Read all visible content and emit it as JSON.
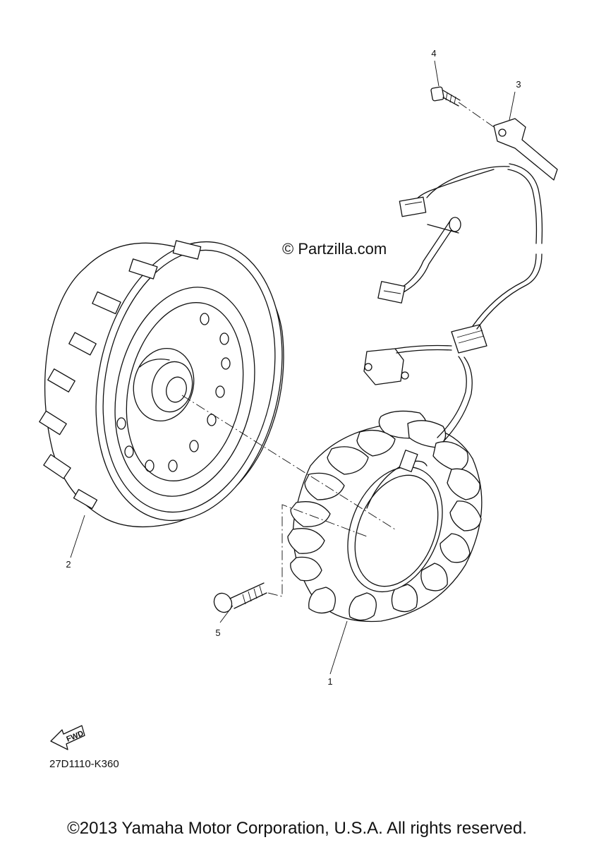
{
  "watermark": "© Partzilla.com",
  "callouts": {
    "c1": "1",
    "c2": "2",
    "c3": "3",
    "c4": "4",
    "c5": "5"
  },
  "fwd_label": "FWD",
  "part_code": "27D1110-K360",
  "copyright": "©2013 Yamaha Motor Corporation, U.S.A. All rights reserved."
}
